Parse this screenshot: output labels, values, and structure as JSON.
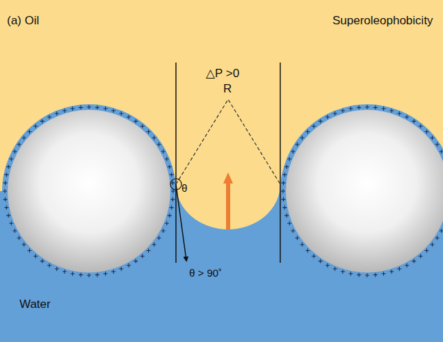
{
  "diagram": {
    "labels": [
      "(a) Oil",
      "Superoleophobicity",
      "△P >0",
      "R",
      "θ",
      "θ > 90˚",
      "Water"
    ]
  }
}
